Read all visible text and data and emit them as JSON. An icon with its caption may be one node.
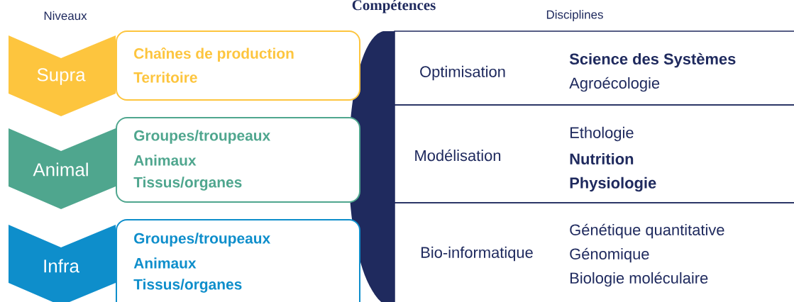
{
  "diagram": {
    "title": "Compétences",
    "nodes": [
      {
        "text": [
          "Supra"
        ]
      },
      {
        "text": [
          "Chaînes de production",
          "Territoire"
        ]
      },
      {
        "text": [
          "Animal"
        ]
      },
      {
        "text": [
          "Groupes/troupeaux",
          "Animaux",
          "Tissus/organes"
        ]
      },
      {
        "text": [
          "Infra"
        ]
      },
      {
        "text": [
          "Groupes/troupeaux",
          "Animaux",
          "Tissus/organes"
        ]
      },
      {
        "text": [
          "Optimisation",
          "**Science des Systèmes**",
          "Agroécologie"
        ]
      },
      {
        "text": [
          "Modélisation",
          "Ethologie",
          "**Nutrition**",
          "**Physiologie**"
        ]
      },
      {
        "text": [
          "Bio-informatique",
          "Génétique quantitative",
          "Génomique",
          "Biologie moléculaire"
        ]
      }
    ],
    "edges": [],
    "labels": [
      "Niveaux",
      "Disciplines"
    ]
  }
}
